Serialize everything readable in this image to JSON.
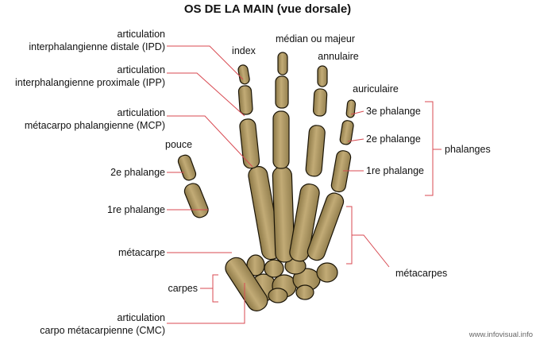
{
  "title": "OS DE LA MAIN (vue dorsale)",
  "labels": {
    "ipd_line1": "articulation",
    "ipd_line2": "interphalangienne distale (IPD)",
    "ipp_line1": "articulation",
    "ipp_line2": "interphalangienne proximale (IPP)",
    "mcp_line1": "articulation",
    "mcp_line2": "métacarpo phalangienne (MCP)",
    "pouce": "pouce",
    "thumb_2e_phalange": "2e phalange",
    "thumb_1re_phalange": "1re phalange",
    "metacarpe": "métacarpe",
    "carpes": "carpes",
    "cmc_line1": "articulation",
    "cmc_line2": "carpo métacarpienne (CMC)",
    "index": "index",
    "median": "médian ou majeur",
    "annulaire": "annulaire",
    "auriculaire": "auriculaire",
    "phalange_3e": "3e phalange",
    "phalange_2e": "2e phalange",
    "phalange_1re": "1re phalange",
    "phalanges": "phalanges",
    "metacarpes": "métacarpes"
  },
  "credit": "www.infovisual.info",
  "colors": {
    "bone": "#b59e6a",
    "bone_shade": "#8e7a48",
    "leader": "#d84a52"
  }
}
